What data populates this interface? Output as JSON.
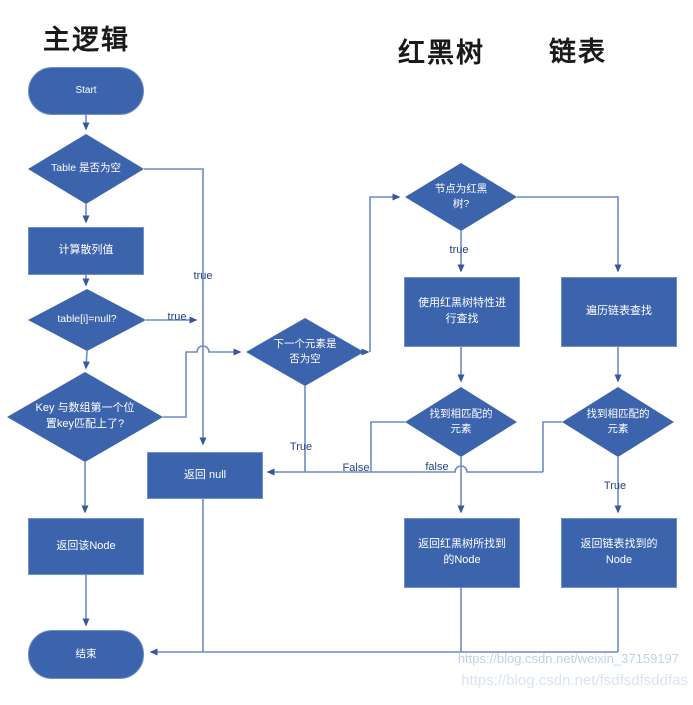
{
  "titles": {
    "main": "主逻辑",
    "rbtree": "红黑树",
    "linkedlist": "链表"
  },
  "nodes": {
    "start": {
      "label": "Start",
      "type": "terminator"
    },
    "table_empty": {
      "label": "Table 是否为空",
      "type": "decision"
    },
    "calc_hash": {
      "label": "计算散列值",
      "type": "process"
    },
    "table_i_null": {
      "label": "table[i]=null?",
      "type": "decision"
    },
    "key_match": {
      "label": "Key 与数组第一个位\n置key匹配上了?",
      "type": "decision"
    },
    "return_node": {
      "label": "返回该Node",
      "type": "process"
    },
    "end": {
      "label": "结束",
      "type": "terminator"
    },
    "return_null": {
      "label": "返回 null",
      "type": "process"
    },
    "next_empty": {
      "label": "下一个元素是\n否为空",
      "type": "decision"
    },
    "node_rbtree": {
      "label": "节点为红黑\n树?",
      "type": "decision"
    },
    "rb_search": {
      "label": "使用红黑树特性进\n行查找",
      "type": "process"
    },
    "rb_found": {
      "label": "找到相匹配的\n元素",
      "type": "decision"
    },
    "rb_return": {
      "label": "返回红黑树所找到\n的Node",
      "type": "process"
    },
    "ll_traverse": {
      "label": "遍历链表查找",
      "type": "process"
    },
    "ll_found": {
      "label": "找到相匹配的\n元素",
      "type": "decision"
    },
    "ll_return": {
      "label": "返回链表找到的\nNode",
      "type": "process"
    }
  },
  "edge_labels": {
    "table_empty_true": "true",
    "table_i_null_true": "true",
    "rbtree_true": "true",
    "next_empty_true": "True",
    "ll_found_true": "True",
    "found_false_left": "False",
    "found_false_right": "false"
  },
  "watermark": {
    "line1": "https://blog.csdn.net/weixin_37159197",
    "line2": "https://blog.csdn.net/fsdfsdfsddfas"
  },
  "colors": {
    "node_fill": "#3c64ad",
    "line": "#6d8cc6",
    "arrowhead": "#37589f",
    "edge_label": "#24427e",
    "title": "#1a1a1a",
    "watermark_line1": "#c3d1e7",
    "watermark_line2": "#d8e3f3"
  }
}
